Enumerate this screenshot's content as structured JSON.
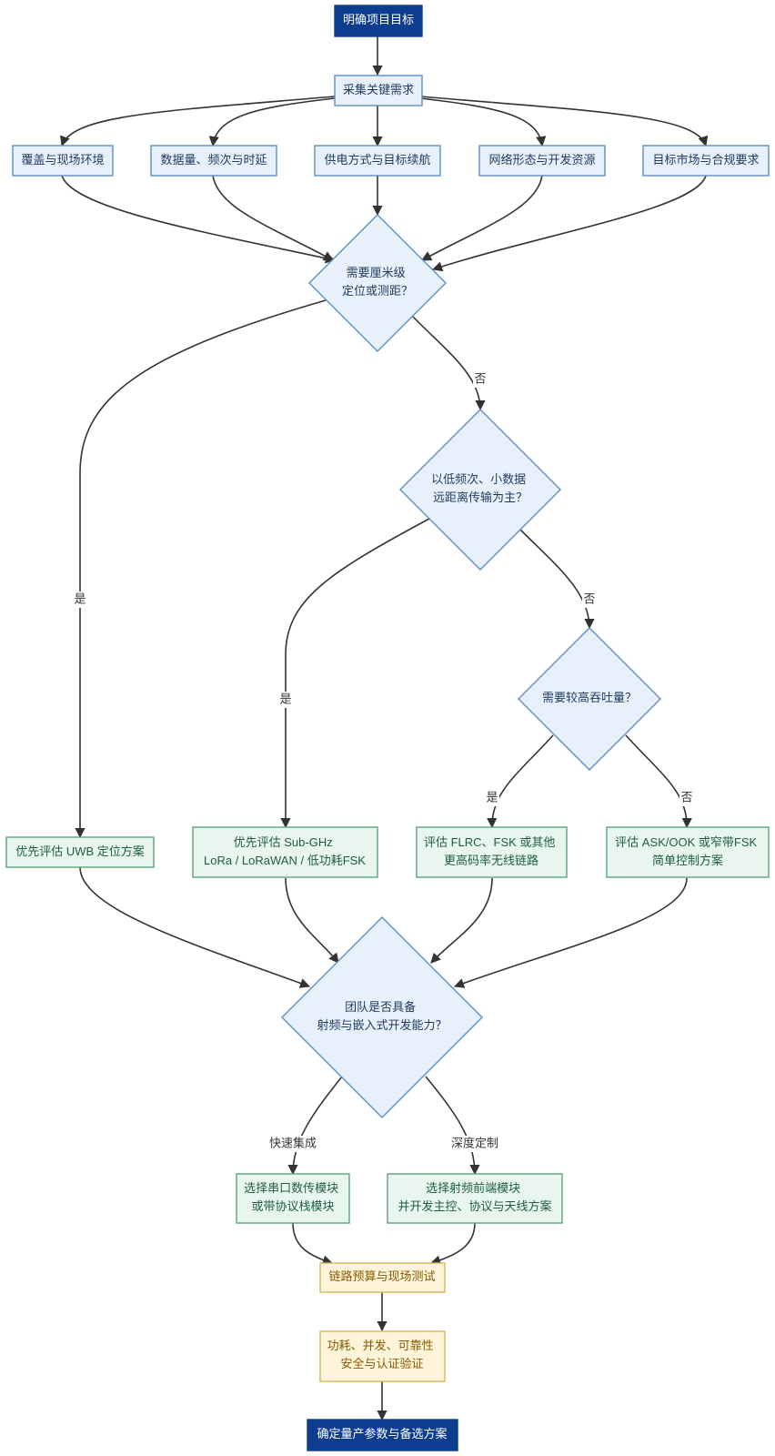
{
  "colors": {
    "dark_fill": "#0d3d8f",
    "dark_text": "#ffffff",
    "blue_fill": "#e8f1fb",
    "blue_stroke": "#5a8fc4",
    "blue_text": "#1f3a5f",
    "green_fill": "#e8f6ef",
    "green_stroke": "#5aa37c",
    "green_text": "#1e5e3f",
    "yellow_fill": "#fdf4d9",
    "yellow_stroke": "#d8b75a",
    "yellow_text": "#8a5a00",
    "edge": "#333333"
  },
  "nodes": {
    "goal": {
      "lines": [
        "明确项目目标"
      ]
    },
    "collect": {
      "lines": [
        "采集关键需求"
      ]
    },
    "coverage": {
      "lines": [
        "覆盖与现场环境"
      ]
    },
    "data_volume": {
      "lines": [
        "数据量、频次与时延"
      ]
    },
    "power": {
      "lines": [
        "供电方式与目标续航"
      ]
    },
    "network": {
      "lines": [
        "网络形态与开发资源"
      ]
    },
    "market": {
      "lines": [
        "目标市场与合规要求"
      ]
    },
    "q_cm_positioning": {
      "lines": [
        "需要厘米级",
        "定位或测距？"
      ]
    },
    "q_low_freq": {
      "lines": [
        "以低频次、小数据",
        "远距离传输为主？"
      ]
    },
    "q_throughput": {
      "lines": [
        "需要较高吞吐量？"
      ]
    },
    "uwb": {
      "lines": [
        "优先评估 UWB 定位方案"
      ]
    },
    "subghz": {
      "lines": [
        "优先评估 Sub-GHz",
        "LoRa / LoRaWAN / 低功耗FSK"
      ]
    },
    "flrc": {
      "lines": [
        "评估 FLRC、FSK 或其他",
        "更高码率无线链路"
      ]
    },
    "ask": {
      "lines": [
        "评估 ASK/OOK 或窄带FSK",
        "简单控制方案"
      ]
    },
    "q_team": {
      "lines": [
        "团队是否具备",
        "射频与嵌入式开发能力？"
      ]
    },
    "serial_module": {
      "lines": [
        "选择串口数传模块",
        "或带协议栈模块"
      ]
    },
    "rf_frontend": {
      "lines": [
        "选择射频前端模块",
        "并开发主控、协议与天线方案"
      ]
    },
    "link_budget": {
      "lines": [
        "链路预算与现场测试"
      ]
    },
    "verify": {
      "lines": [
        "功耗、并发、可靠性",
        "安全与认证验证"
      ]
    },
    "final": {
      "lines": [
        "确定量产参数与备选方案"
      ]
    }
  },
  "edge_labels": {
    "cm_yes": "是",
    "cm_no": "否",
    "low_yes": "是",
    "low_no": "否",
    "tp_yes": "是",
    "tp_no": "否",
    "fast": "快速集成",
    "deep": "深度定制"
  }
}
